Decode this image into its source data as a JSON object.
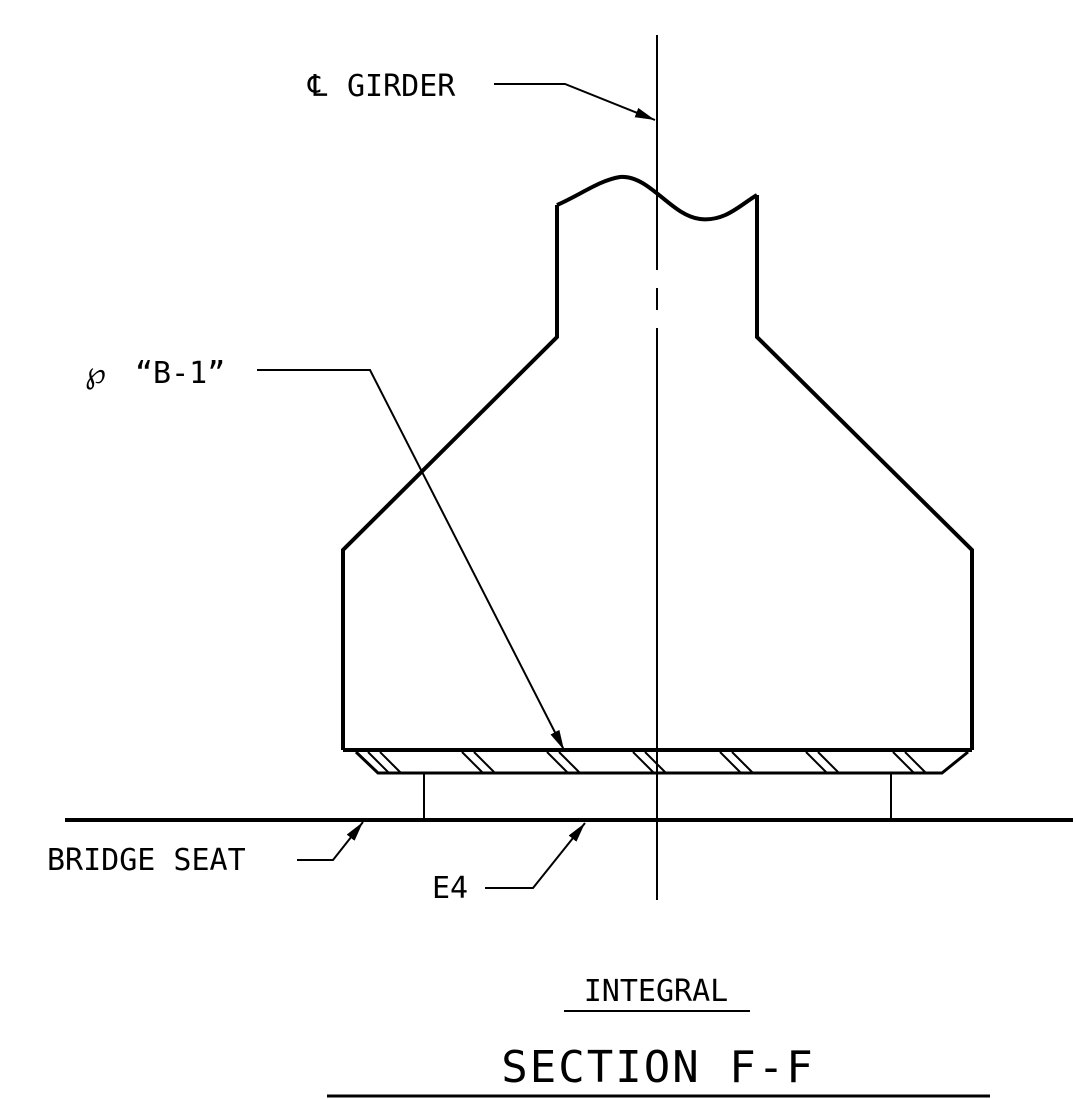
{
  "drawing": {
    "labels": {
      "cl_symbol": "℄",
      "cl_girder": "GIRDER",
      "pl_symbol": "℘",
      "pl_b1": "“B-1”",
      "bridge_seat": "BRIDGE SEAT",
      "e4": "E4"
    },
    "subtitle": "INTEGRAL",
    "title": "SECTION F-F",
    "line_color": "#000000"
  }
}
